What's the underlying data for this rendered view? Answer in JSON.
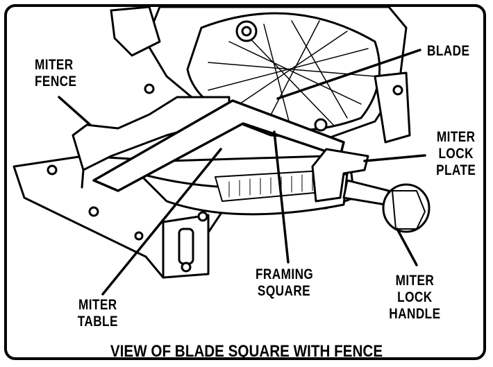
{
  "labels": {
    "miter_fence": "MITER\nFENCE",
    "blade": "BLADE",
    "miter_lock_plate": "MITER\nLOCK\nPLATE",
    "framing_square": "FRAMING\nSQUARE",
    "miter_lock_handle": "MITER\nLOCK HANDLE",
    "miter_table": "MITER\nTABLE"
  },
  "caption": "VIEW OF BLADE SQUARE WITH FENCE"
}
